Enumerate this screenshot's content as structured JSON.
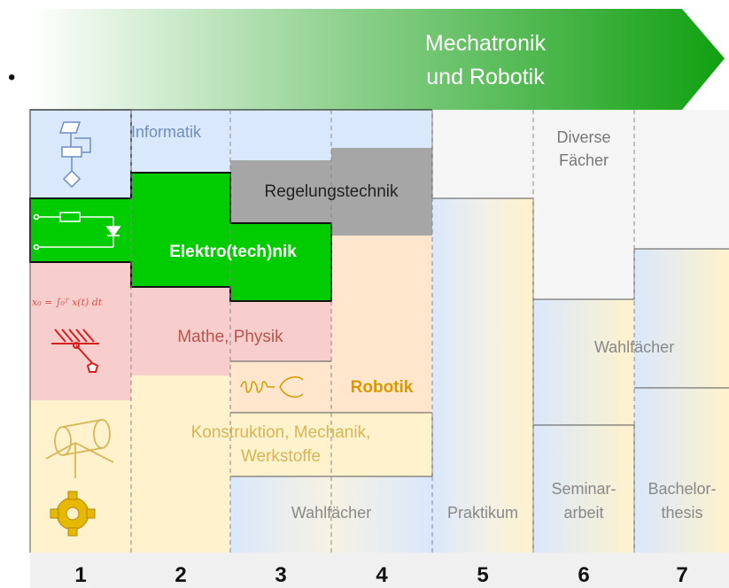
{
  "header": {
    "arrow_text_line1": "Mechatronik",
    "arrow_text_line2": "und Robotik",
    "bullet": "•"
  },
  "labels": {
    "informatik": "Informatik",
    "diverse_line1": "Diverse",
    "diverse_line2": "Fächer",
    "regelungstechnik": "Regelungstechnik",
    "elektrotechnik": "Elektro(tech)nik",
    "mathe_physik": "Mathe, Physik",
    "robotik": "Robotik",
    "konstruktion_line1": "Konstruktion, Mechanik,",
    "konstruktion_line2": "Werkstoffe",
    "wahlfaecher_left": "Wahlfächer",
    "praktikum": "Praktikum",
    "wahlfaecher_right": "Wahlfächer",
    "seminar_line1": "Seminar-",
    "seminar_line2": "arbeit",
    "bachelor_line1": "Bachelor-",
    "bachelor_line2": "thesis"
  },
  "semesters": [
    "1",
    "2",
    "3",
    "4",
    "5",
    "6",
    "7"
  ],
  "colors": {
    "informatik": "#dae8fc",
    "informatik_text": "#6c8ebf",
    "elektro": "#00cc00",
    "regelung": "#a6a6a6",
    "mathe": "#f8cecc",
    "mathe_text": "#b85450",
    "konstruktion": "#fff2cc",
    "konstruktion_text": "#d6b656",
    "robotik": "#ffe6cc",
    "robotik_text": "#d79b00",
    "arrow_green": "#1fa51f",
    "diverse": "#f5f5f5"
  },
  "icons": [
    "flowchart-icon",
    "circuit-icon",
    "integral-formula-icon",
    "pendulum-icon",
    "spring-gripper-icon",
    "cylinder-axes-icon",
    "gear-icon"
  ]
}
